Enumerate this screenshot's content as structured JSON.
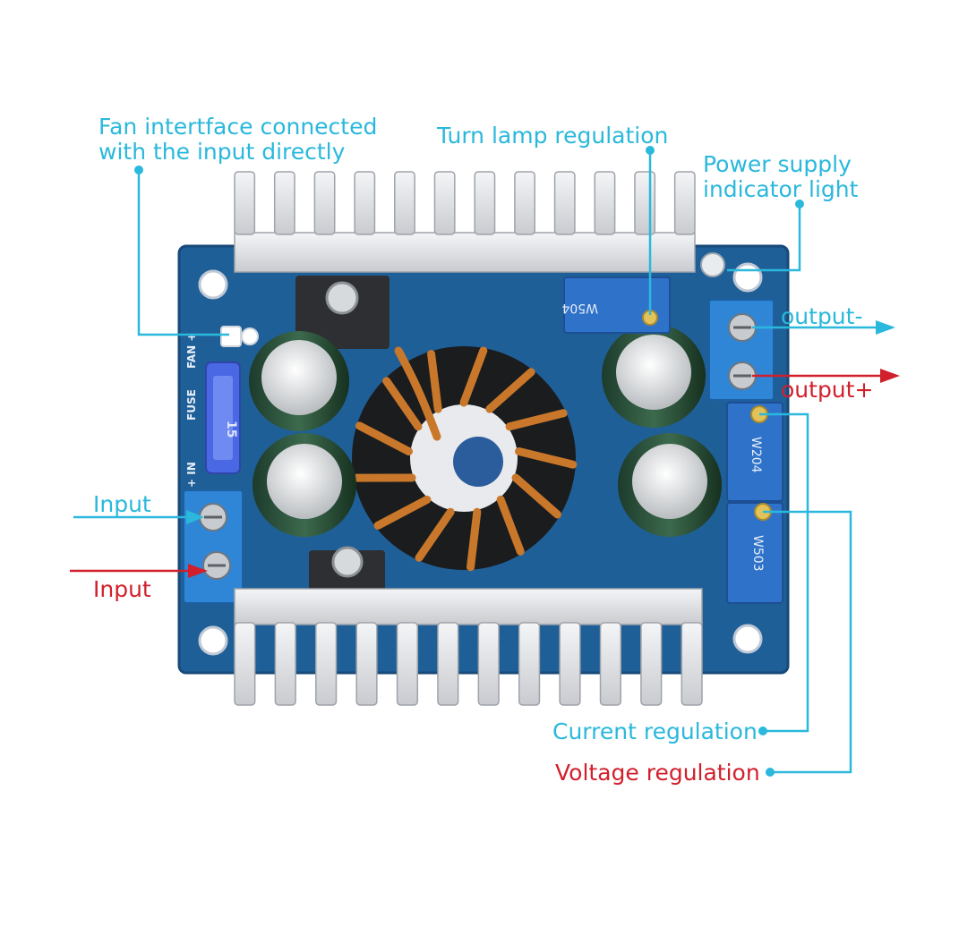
{
  "colors": {
    "callout_cyan": "#2ab8dc",
    "callout_red": "#d21f2c",
    "pcb_blue": "#1d5d95",
    "heatsink": "#e4e5e8",
    "copper": "#c9782b",
    "terminal_blue": "#2f86d6"
  },
  "labels": {
    "fan_line1": "Fan intertface connected",
    "fan_line2": "with the input directly",
    "turn_lamp": "Turn lamp regulation",
    "power_line1": "Power supply",
    "power_line2": "indicator light",
    "output_minus": "output-",
    "output_plus": "output+",
    "input_top": "Input",
    "input_bottom": "Input",
    "current_regulation": "Current regulation",
    "voltage_regulation": "Voltage regulation"
  },
  "board_markings": {
    "fan": "FAN +",
    "fuse": "FUSE",
    "in": "+ IN",
    "fuse_value": "15",
    "pot_top": "W504",
    "pot_mid": "W204",
    "pot_bottom": "W503"
  }
}
